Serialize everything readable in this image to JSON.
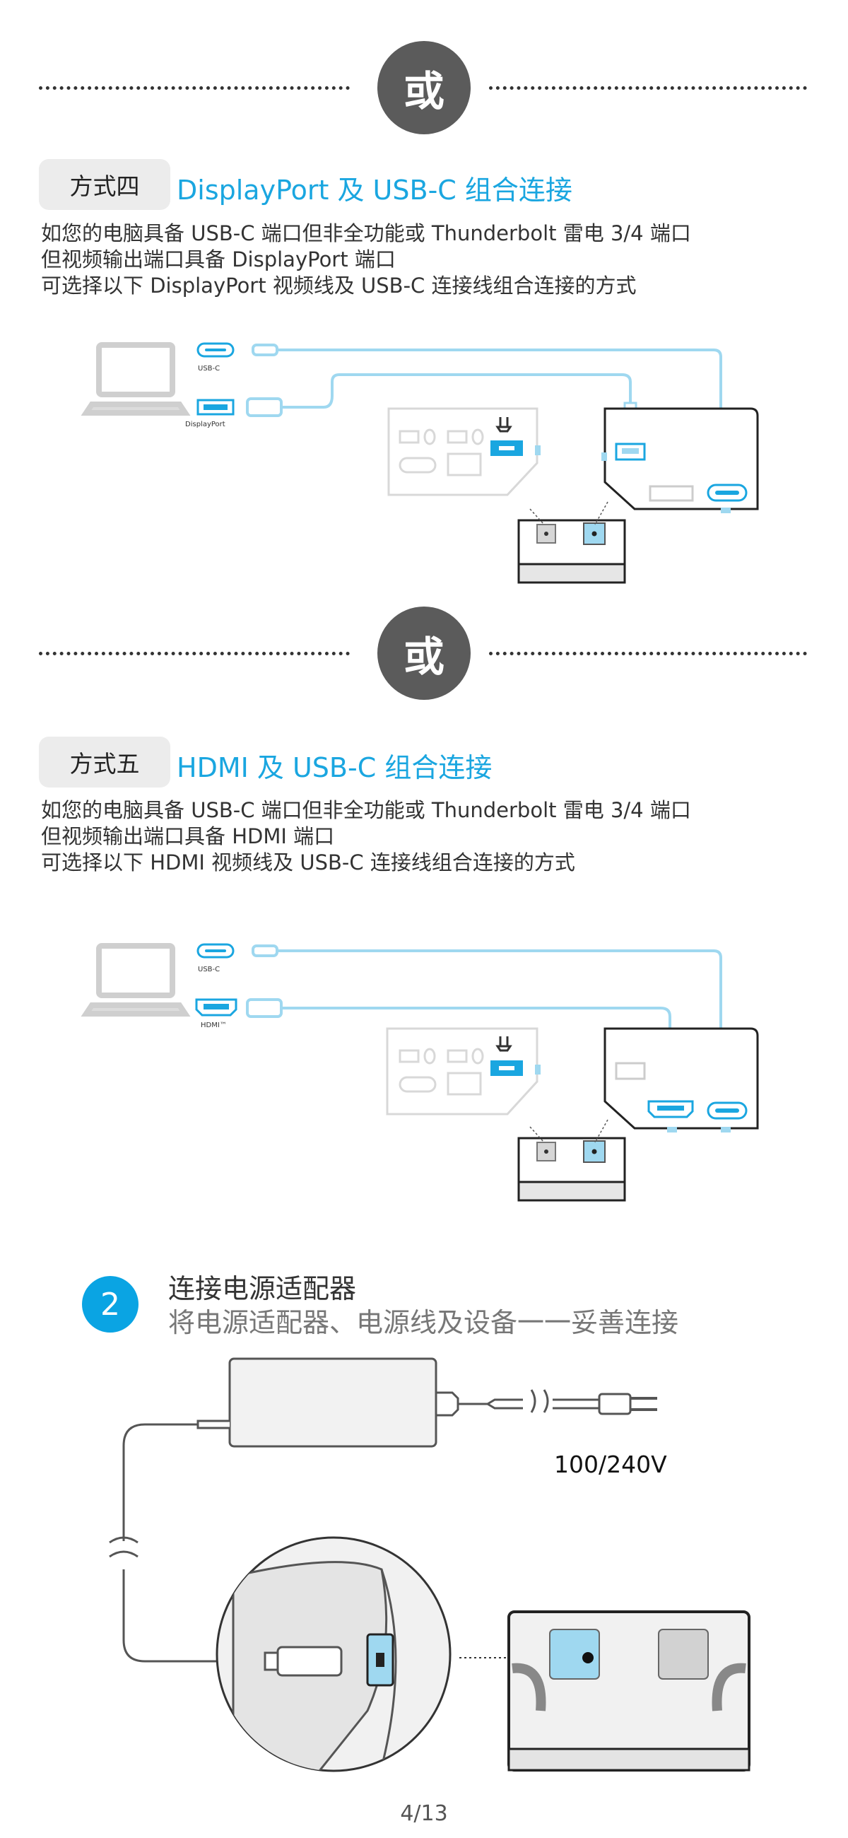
{
  "or_label": "或",
  "method4": {
    "tag": "方式四",
    "title": "DisplayPort 及 USB-C 组合连接",
    "lines": [
      "如您的电脑具备 USB-C 端口但非全功能或 Thunderbolt 雷电 3/4 端口",
      "但视频输出端口具备 DisplayPort 端口",
      "可选择以下 DisplayPort 视频线及 USB-C 连接线组合连接的方式"
    ],
    "port_label_1": "USB-C",
    "port_label_2": "DisplayPort"
  },
  "method5": {
    "tag": "方式五",
    "title": "HDMI 及 USB-C 组合连接",
    "lines": [
      "如您的电脑具备 USB-C 端口但非全功能或 Thunderbolt 雷电 3/4 端口",
      "但视频输出端口具备 HDMI 端口",
      "可选择以下 HDMI 视频线及 USB-C 连接线组合连接的方式"
    ],
    "port_label_1": "USB-C",
    "port_label_2": "HDMI™"
  },
  "step2": {
    "number": "2",
    "title": "连接电源适配器",
    "subtitle": "将电源适配器、电源线及设备一一妥善连接",
    "voltage": "100/240V"
  },
  "page_number": "4/13",
  "colors": {
    "accent": "#1aa6e0",
    "cable": "#bfe6f6",
    "port_fill": "#9fd8f0",
    "dark_circle": "#5b5b5b"
  }
}
